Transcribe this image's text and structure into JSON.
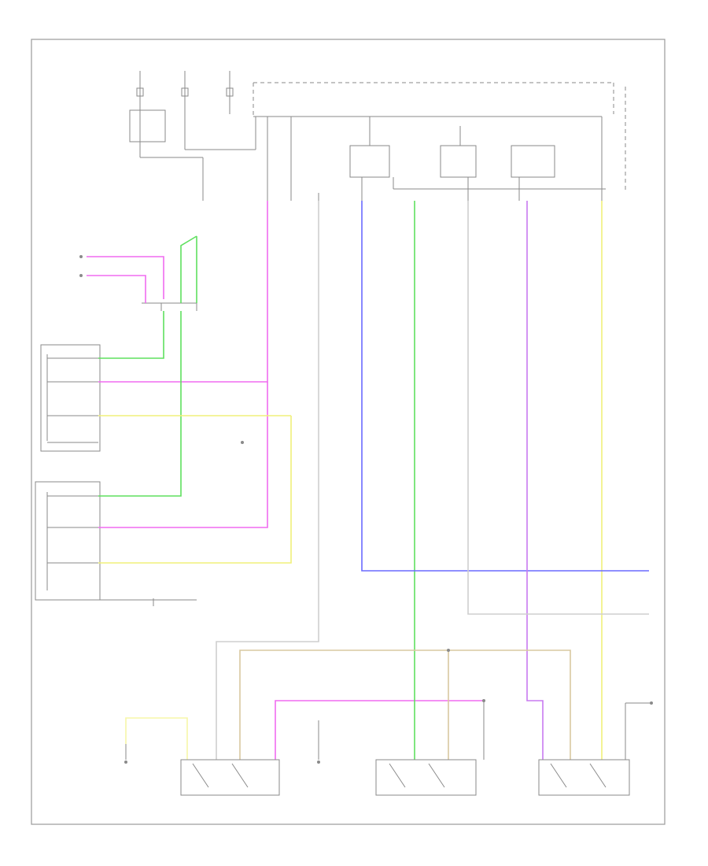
{
  "diagram": {
    "page_ref": "",
    "wire_colors": {
      "pink": "#f06cf0",
      "green": "#5fe05f",
      "blue": "#6a6aff",
      "yellow": "#f0f07a",
      "light_yellow": "#f7f7a8",
      "violet": "#c87af0",
      "tan": "#d8c8a0",
      "light_gray": "#cfcfcf",
      "black": "#8a8a8a"
    },
    "components": [
      {
        "id": "fuse-block-top",
        "icon": "fuse-icon"
      },
      {
        "id": "passenger-relay",
        "icon": "relay-icon"
      },
      {
        "id": "driver-door-switch",
        "icon": "switch-icon"
      },
      {
        "id": "passenger-door-switch",
        "icon": "switch-icon"
      },
      {
        "id": "right-front-window-motor",
        "icon": "motor-icon"
      },
      {
        "id": "left-rear-window-motor",
        "icon": "motor-icon"
      },
      {
        "id": "right-rear-window-motor",
        "icon": "motor-icon"
      },
      {
        "id": "ground-lower-left",
        "icon": "ground-icon"
      },
      {
        "id": "ground-lower-center",
        "icon": "ground-icon"
      },
      {
        "id": "ground-right",
        "icon": "ground-icon"
      }
    ]
  }
}
